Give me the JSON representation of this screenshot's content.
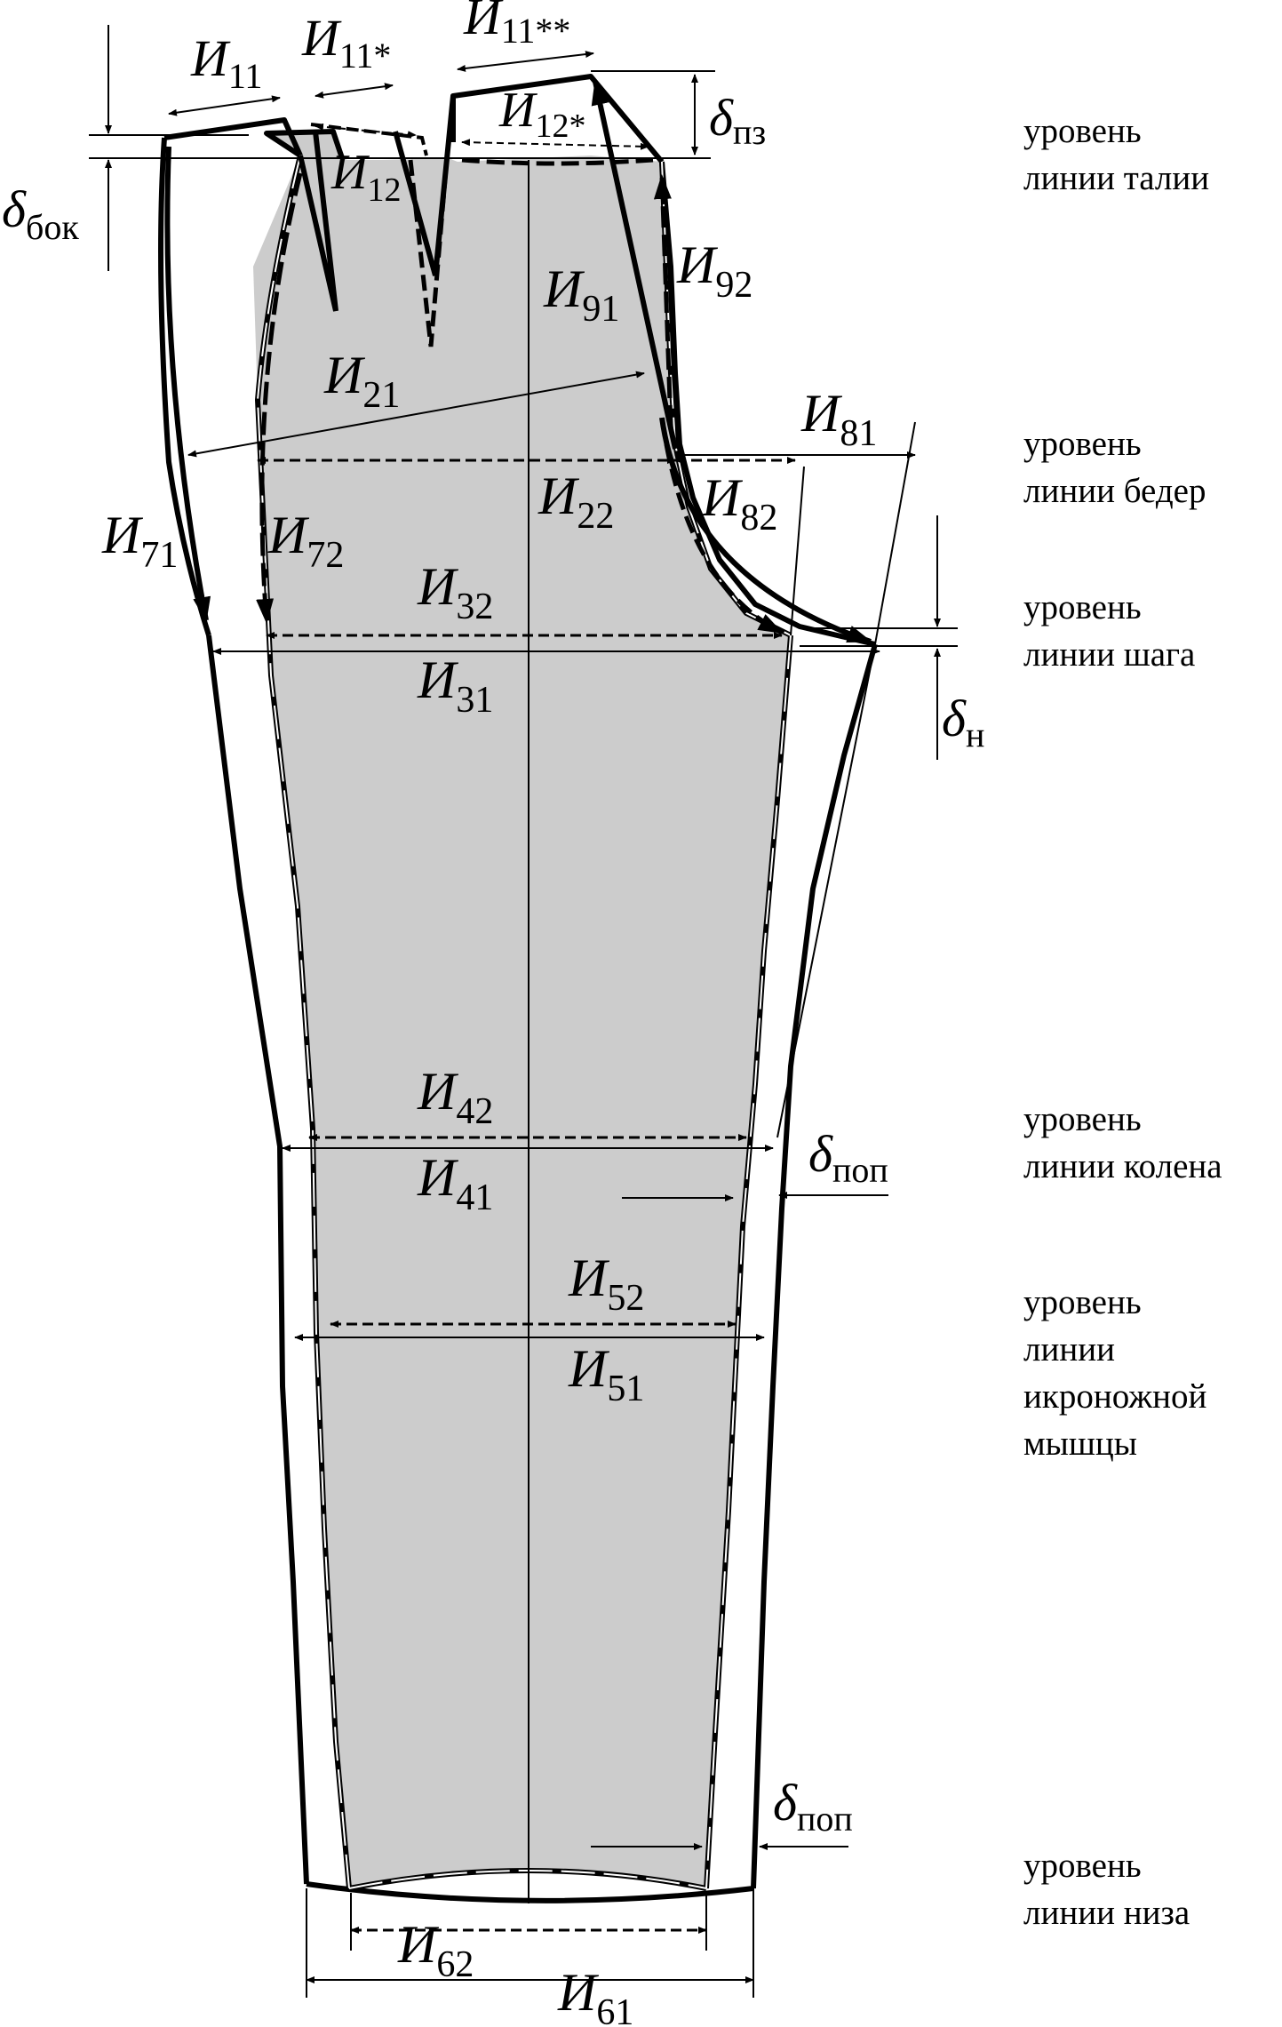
{
  "labels": {
    "i11": {
      "base": "И",
      "sub": "11"
    },
    "i11s": {
      "base": "И",
      "sub": "11*"
    },
    "i11ss": {
      "base": "И",
      "sub": "11**"
    },
    "i12": {
      "base": "И",
      "sub": "12"
    },
    "i12s": {
      "base": "И",
      "sub": "12*"
    },
    "i21": {
      "base": "И",
      "sub": "21"
    },
    "i22": {
      "base": "И",
      "sub": "22"
    },
    "i31": {
      "base": "И",
      "sub": "31"
    },
    "i32": {
      "base": "И",
      "sub": "32"
    },
    "i41": {
      "base": "И",
      "sub": "41"
    },
    "i42": {
      "base": "И",
      "sub": "42"
    },
    "i51": {
      "base": "И",
      "sub": "51"
    },
    "i52": {
      "base": "И",
      "sub": "52"
    },
    "i61": {
      "base": "И",
      "sub": "61"
    },
    "i62": {
      "base": "И",
      "sub": "62"
    },
    "i71": {
      "base": "И",
      "sub": "71"
    },
    "i72": {
      "base": "И",
      "sub": "72"
    },
    "i81": {
      "base": "И",
      "sub": "81"
    },
    "i82": {
      "base": "И",
      "sub": "82"
    },
    "i91": {
      "base": "И",
      "sub": "91"
    },
    "i92": {
      "base": "И",
      "sub": "92"
    },
    "dbok": {
      "base": "δ",
      "sub": "бок"
    },
    "dpz": {
      "base": "δ",
      "sub": "пз"
    },
    "dn": {
      "base": "δ",
      "sub": "н"
    },
    "dpop1": {
      "base": "δ",
      "sub": "поп"
    },
    "dpop2": {
      "base": "δ",
      "sub": "поп"
    }
  },
  "levels": {
    "waist": [
      "уровень",
      "линии талии"
    ],
    "hip": [
      "уровень",
      "линии бедер"
    ],
    "crotch": [
      "уровень",
      "линии шага"
    ],
    "knee": [
      "уровень",
      "линии колена"
    ],
    "calf": [
      "уровень",
      "линии",
      "икроножной",
      "мышцы"
    ],
    "bottom": [
      "уровень",
      "линии низа"
    ]
  }
}
